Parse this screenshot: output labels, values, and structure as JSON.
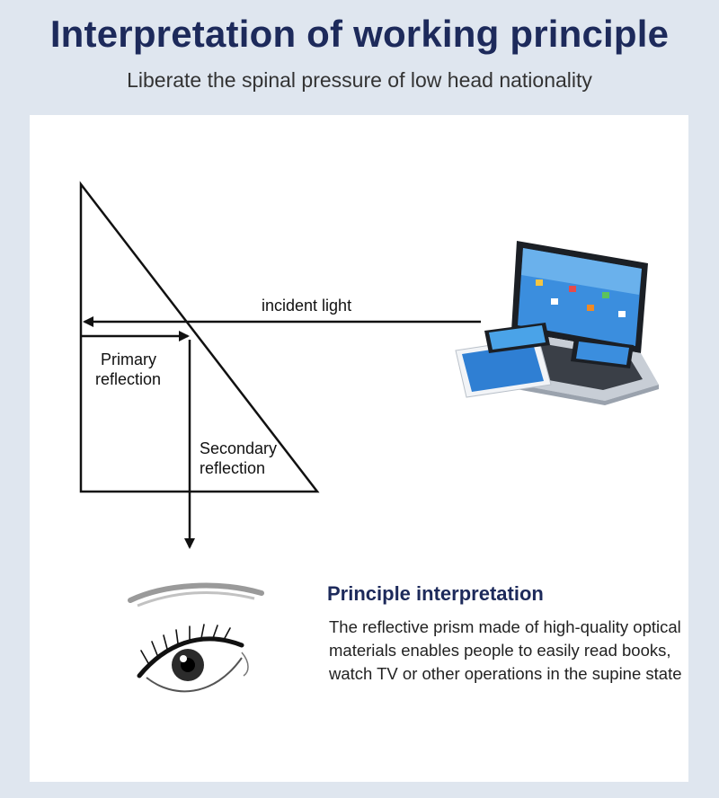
{
  "header": {
    "title": "Interpretation of working principle",
    "subtitle": "Liberate the spinal pressure of low head nationality"
  },
  "diagram": {
    "labels": {
      "incident_light": "incident light",
      "primary_line1": "Primary",
      "primary_line2": "reflection",
      "secondary_line1": "Secondary",
      "secondary_line2": "reflection"
    },
    "colors": {
      "line": "#111111",
      "device_screen": "#2f7fd3"
    },
    "icons": [
      "laptop-tablet-phones-illustration",
      "eye-illustration"
    ]
  },
  "principle": {
    "title": "Principle interpretation",
    "body": "The reflective prism made of high-quality optical materials enables people to easily read books, watch TV or other operations in the supine state"
  },
  "colors": {
    "title": "#1d2a5b",
    "background": "#dfe6ef",
    "panel": "#ffffff"
  }
}
